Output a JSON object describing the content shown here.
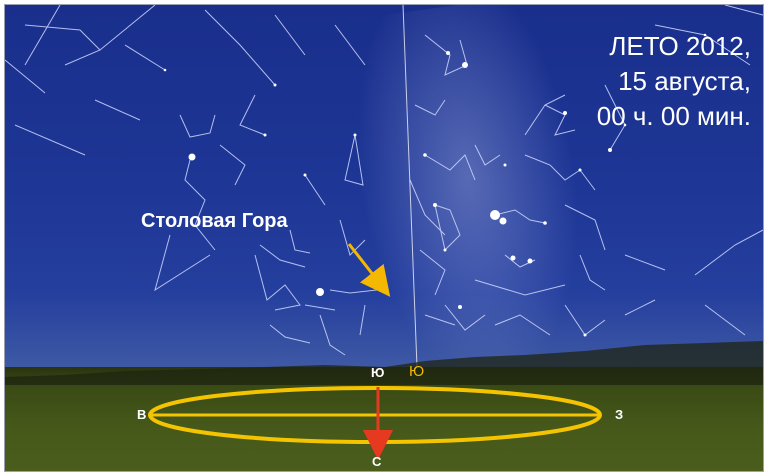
{
  "title": {
    "line1": "ЛЕТО 2012,",
    "line2": "15 августа,",
    "line3": "00 ч. 00 мин."
  },
  "label": "Столовая Гора",
  "directions": {
    "south": "Ю",
    "south_meridian": "Ю",
    "west": "В",
    "east": "З",
    "north": "С"
  },
  "colors": {
    "sky": "#1d3594",
    "ground": "#46591a",
    "ellipse": "#f5c400",
    "arrow": "#e53a20",
    "label_arrow": "#f5b800",
    "constellation_lines": "#cfd8ff"
  }
}
